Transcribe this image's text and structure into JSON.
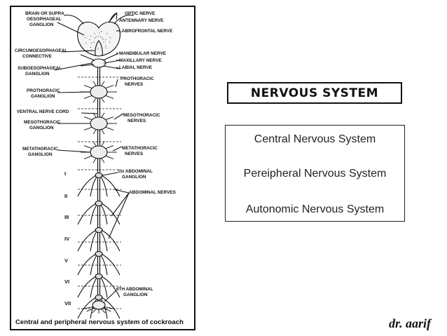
{
  "diagram": {
    "labels": {
      "optic_nerve": "OPTIC NERVE",
      "antennary_nerve": "ANTENNARY NERVE",
      "labrofrontal_nerve": "LABROFRONTAL NERVE",
      "brain_line1": "BRAIN OR SUPRA",
      "brain_line2": "OESOPHAGEAL",
      "brain_line3": "GANGLION",
      "circum_line1": "CIRCUMOESOPHAGEAL",
      "circum_line2": "CONNECTIVE",
      "subo_line1": "SUBOESOPHAGEAL",
      "subo_line2": "GANGLION",
      "mandibular_nerve": "MANDIBULAR NERVE",
      "maxillary_nerve": "MAXILLARY NERVE",
      "labial_nerve": "LABIAL NERVE",
      "proth_gang_line1": "PROTHORACIC",
      "proth_gang_line2": "GANGLION",
      "proth_nerv_line1": "PROTHORACIC",
      "proth_nerv_line2": "NERVES",
      "ventral_cord": "VENTRAL NERVE CORD",
      "meso_gang_line1": "MESOTHORACIC",
      "meso_gang_line2": "GANGLION",
      "meso_nerv_line1": "MESOTHORACIC",
      "meso_nerv_line2": "NERVES",
      "meta_gang_line1": "METATHORACIC",
      "meta_gang_line2": "GANGLION",
      "meta_nerv_line1": "METATHORACIC",
      "meta_nerv_line2": "NERVES",
      "abd1_line1": "1st ABDOMINAL",
      "abd1_line2": "GANGLION",
      "abdominal_nerves": "ABDOMINAL NERVES",
      "abd6_line1": "6TH ABDOMINAL",
      "abd6_line2": "GANGLION"
    },
    "segment_numerals": [
      "I",
      "II",
      "III",
      "IV",
      "V",
      "VI",
      "VII"
    ],
    "caption": "Central and peripheral nervous system of cockroach"
  },
  "title": "NERVOUS  SYSTEM",
  "list_items": [
    "Central Nervous System",
    "Pereipheral Nervous System",
    "Autonomic Nervous System"
  ],
  "author": "dr. aarif"
}
